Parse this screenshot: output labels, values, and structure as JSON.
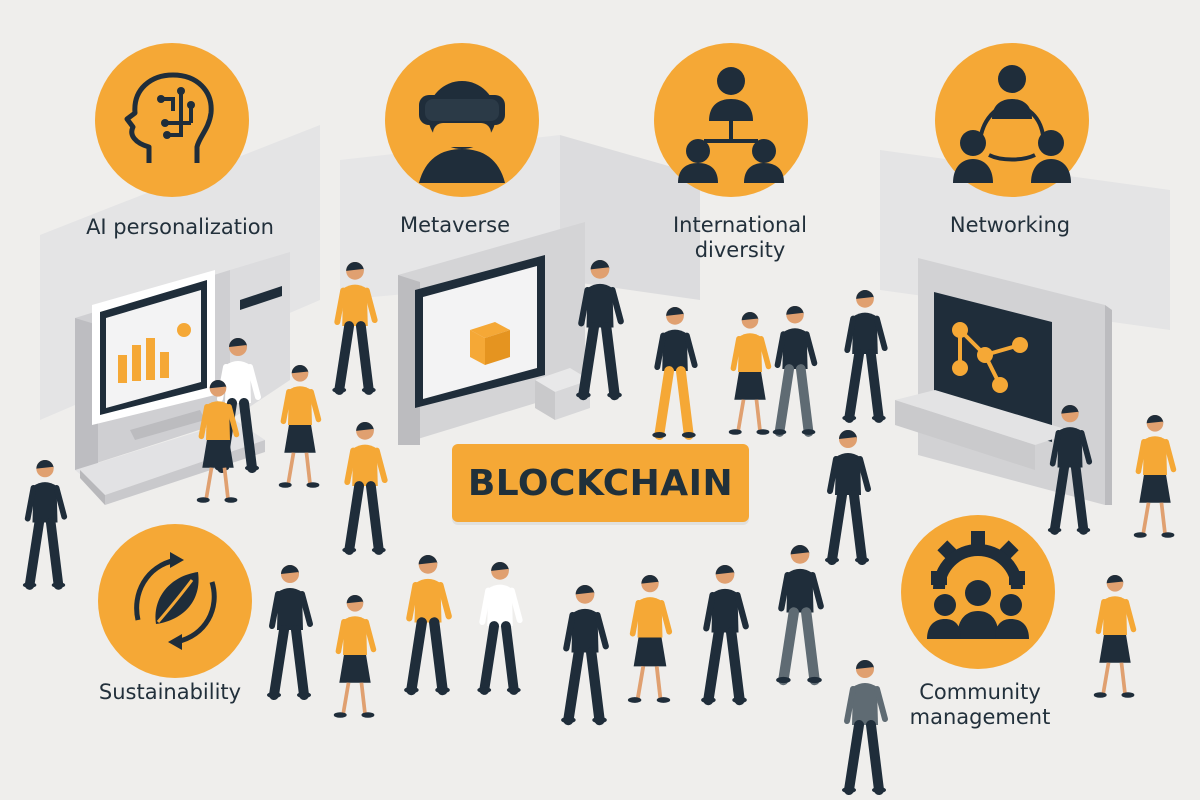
{
  "center": {
    "label": "BLOCKCHAIN"
  },
  "topics": [
    {
      "label": "AI personalization",
      "icon": "ai-head-icon"
    },
    {
      "label": "Metaverse",
      "icon": "vr-headset-icon"
    },
    {
      "label": "International\ndiversity",
      "icon": "hierarchy-people-icon"
    },
    {
      "label": "Networking",
      "icon": "network-people-icon"
    },
    {
      "label": "Sustainability",
      "icon": "leaf-cycle-icon"
    },
    {
      "label": "Community\nmanagement",
      "icon": "gear-people-icon"
    }
  ],
  "colors": {
    "accent": "#f5a836",
    "dark": "#1f2d3a",
    "background": "#efeeec",
    "panel": "#d9d9db"
  }
}
